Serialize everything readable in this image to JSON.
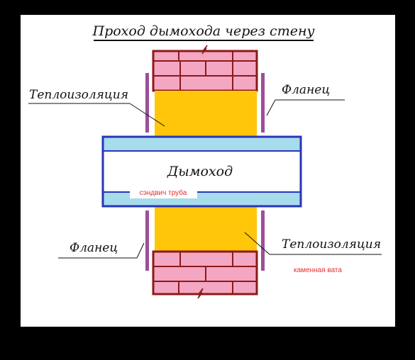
{
  "title": "Проход дымохода через стену",
  "labels": {
    "insulation_left": "Теплоизоляция",
    "insulation_right": "Теплоизоляция",
    "flange_right": "Фланец",
    "flange_left": "Фланец",
    "pipe": "Дымоход",
    "sandwich_note": "сэндвич труба",
    "wool_note": "каменная вата"
  },
  "colors": {
    "background": "#000000",
    "canvas": "#ffffff",
    "brick_fill": "#f4a7c3",
    "brick_mortar": "#8b1a1a",
    "insulation": "#ffc60a",
    "pipe_outline": "#2a35b8",
    "pipe_layer": "#a6dcec",
    "flange": "#9c4f9a",
    "note_text": "#e03030"
  }
}
